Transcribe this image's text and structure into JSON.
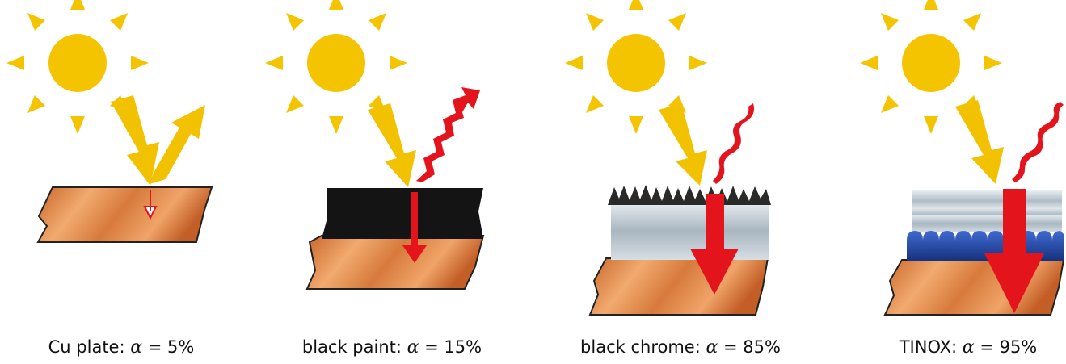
{
  "panels": [
    {
      "label": "Cu plate",
      "absorptance_pct": 5,
      "coating": "none",
      "caption": {
        "prefix": "Cu plate: ",
        "symbol": "α",
        "suffix": " = 5%"
      }
    },
    {
      "label": "black paint",
      "absorptance_pct": 15,
      "coating": "black-paint",
      "caption": {
        "prefix": "black paint: ",
        "symbol": "α",
        "suffix": " = 15%"
      }
    },
    {
      "label": "black chrome",
      "absorptance_pct": 85,
      "coating": "black-chrome",
      "caption": {
        "prefix": "black chrome: ",
        "symbol": "α",
        "suffix": " = 85%"
      }
    },
    {
      "label": "TINOX",
      "absorptance_pct": 95,
      "coating": "tinox",
      "caption": {
        "prefix": "TINOX: ",
        "symbol": "α",
        "suffix": " = 95%"
      }
    }
  ],
  "colors": {
    "sun": "#f5c400",
    "sunlight_arrow": "#f2c200",
    "copper": "#d67a3a",
    "copper_light": "#f3b07a",
    "absorbed_arrow": "#e3141c",
    "emitted_wave": "#e3141c",
    "black_paint": "#141414",
    "chrome_layer": "#b9c4cc",
    "tinox_blue": "#1f3f9a"
  }
}
